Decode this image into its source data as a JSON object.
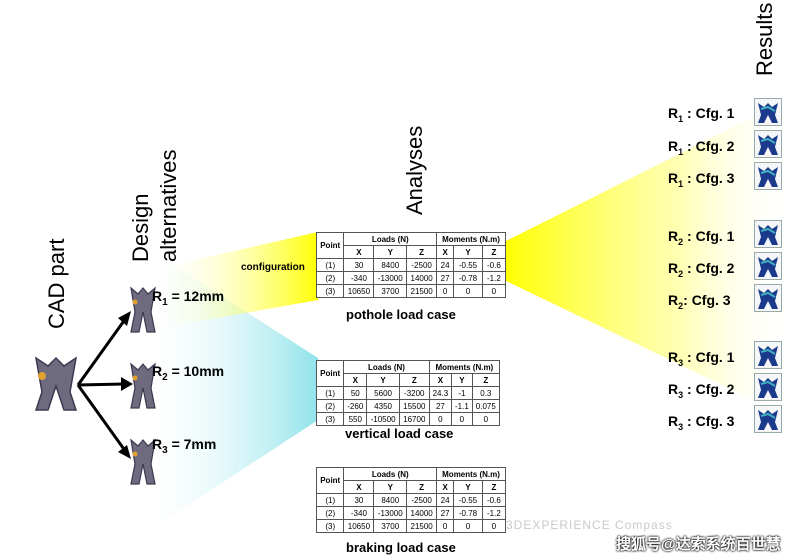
{
  "labels": {
    "cad_part": "CAD part",
    "design_alternatives_1": "Design",
    "design_alternatives_2": "alternatives",
    "analyses": "Analyses",
    "results": "Results",
    "configuration": "configuration"
  },
  "radii": [
    {
      "prefix": "R",
      "sub": "1",
      "text": " = 12mm"
    },
    {
      "prefix": "R",
      "sub": "2",
      "text": " = 10mm"
    },
    {
      "prefix": "R",
      "sub": "3",
      "text": " = 7mm"
    }
  ],
  "results": [
    {
      "prefix": "R",
      "sub": "1",
      "text": " : Cfg. 1"
    },
    {
      "prefix": "R",
      "sub": "1",
      "text": " : Cfg. 2"
    },
    {
      "prefix": "R",
      "sub": "1",
      "text": " : Cfg. 3"
    },
    {
      "prefix": "R",
      "sub": "2",
      "text": " : Cfg. 1"
    },
    {
      "prefix": "R",
      "sub": "2",
      "text": " : Cfg. 2"
    },
    {
      "prefix": "R",
      "sub": "2",
      "text": ": Cfg. 3"
    },
    {
      "prefix": "R",
      "sub": "3",
      "text": " : Cfg. 1"
    },
    {
      "prefix": "R",
      "sub": "3",
      "text": " : Cfg. 2"
    },
    {
      "prefix": "R",
      "sub": "3",
      "text": " : Cfg. 3"
    }
  ],
  "table_header": {
    "point": "Point",
    "loads": "Loads (N)",
    "moments": "Moments (N.m)",
    "axes": [
      "X",
      "Y",
      "Z",
      "X",
      "Y",
      "Z"
    ]
  },
  "load_cases": [
    {
      "caption": "pothole load case",
      "rows": [
        [
          "(1)",
          "30",
          "8400",
          "-2500",
          "24",
          "-0.55",
          "-0.6"
        ],
        [
          "(2)",
          "-340",
          "-13000",
          "14000",
          "27",
          "-0.78",
          "-1.2"
        ],
        [
          "(3)",
          "10650",
          "3700",
          "21500",
          "0",
          "0",
          "0"
        ]
      ]
    },
    {
      "caption": "vertical load case",
      "rows": [
        [
          "(1)",
          "50",
          "5600",
          "-3200",
          "24.3",
          "-1",
          "0.3"
        ],
        [
          "(2)",
          "-260",
          "4350",
          "15500",
          "27",
          "-1.1",
          "0.075"
        ],
        [
          "(3)",
          "550",
          "-10500",
          "16700",
          "0",
          "0",
          "0"
        ]
      ]
    },
    {
      "caption": "braking load case",
      "rows": [
        [
          "(1)",
          "30",
          "8400",
          "-2500",
          "24",
          "-0.55",
          "-0.6"
        ],
        [
          "(2)",
          "-340",
          "-13000",
          "14000",
          "27",
          "-0.78",
          "-1.2"
        ],
        [
          "(3)",
          "10650",
          "3700",
          "21500",
          "0",
          "0",
          "0"
        ]
      ]
    }
  ],
  "watermark": "搜狐号@达索系统百世慧",
  "watermark_faint": "3DEXPERIENCE Compass",
  "colors": {
    "yellow": "#ffff00",
    "cyan": "#8fe3ea",
    "part": "#6e6a80",
    "result_blue": "#1b3a8c"
  }
}
